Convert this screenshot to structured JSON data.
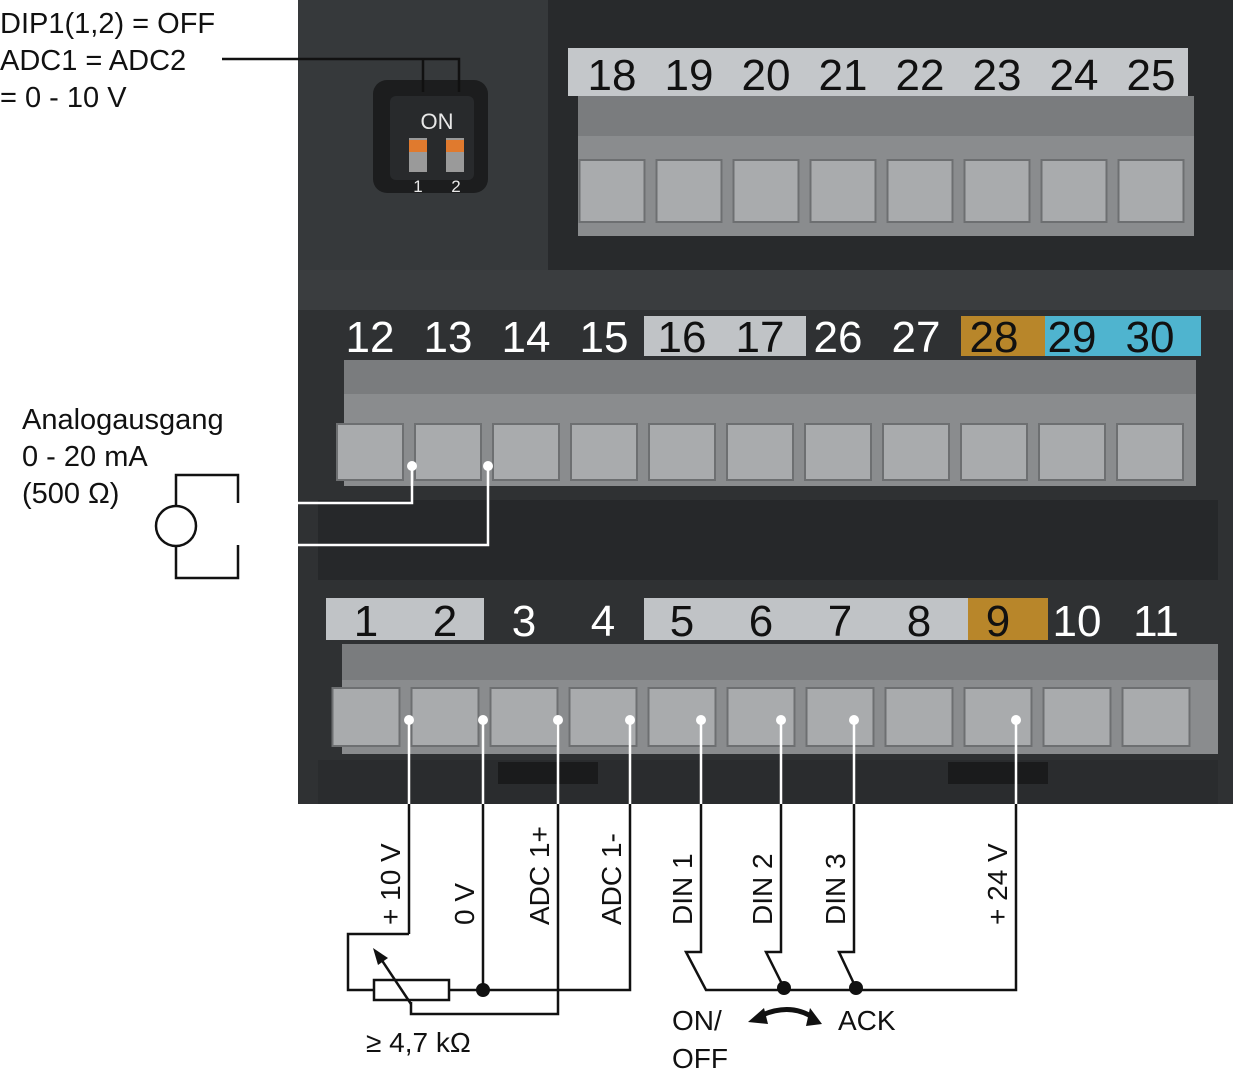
{
  "dip_note": {
    "line1": "DIP1(1,2) = OFF",
    "line2": "ADC1 = ADC2",
    "line3": "= 0 - 10 V"
  },
  "dip_switch": {
    "on_label": "ON",
    "switch_1": "1",
    "switch_2": "2"
  },
  "analog_output_note": {
    "line1": "Analogausgang",
    "line2": "0 - 20 mA",
    "line3": "(500 Ω)"
  },
  "terminals": {
    "top_row": [
      "18",
      "19",
      "20",
      "21",
      "22",
      "23",
      "24",
      "25"
    ],
    "middle_row": [
      "12",
      "13",
      "14",
      "15",
      "16",
      "17",
      "26",
      "27",
      "28",
      "29",
      "30"
    ],
    "bottom_row": [
      "1",
      "2",
      "3",
      "4",
      "5",
      "6",
      "7",
      "8",
      "9",
      "10",
      "11"
    ]
  },
  "wire_labels": {
    "t1": "+ 10 V",
    "t2": "0 V",
    "t3": "ADC 1+",
    "t4": "ADC 1-",
    "t5": "DIN 1",
    "t6": "DIN 2",
    "t7": "DIN 3",
    "t9": "+ 24 V"
  },
  "potentiometer_label": "≥ 4,7 kΩ",
  "switch_labels": {
    "on_off_line1": "ON/",
    "on_off_line2": "OFF",
    "ack": "ACK"
  },
  "colors": {
    "housing": "#2f3133",
    "terminal_block": "#8a8c8e",
    "label_gray": "#bfc2c5",
    "label_orange": "#b8862a",
    "label_blue": "#4fb4cf"
  }
}
